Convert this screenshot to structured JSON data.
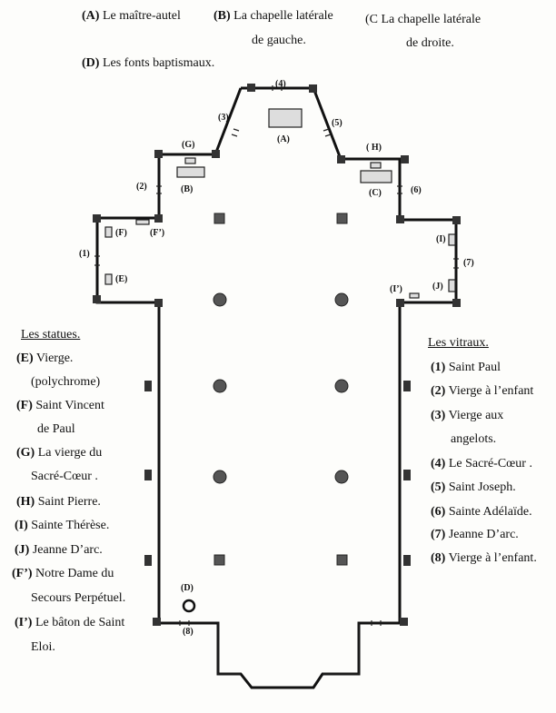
{
  "legend_top": {
    "a": {
      "letter": "(A)",
      "text": " Le maître-autel"
    },
    "b": {
      "letter": "(B)",
      "text": " La chapelle latérale",
      "line2": "de gauche."
    },
    "c": {
      "text": "(C La chapelle latérale",
      "line2": "de droite."
    },
    "d": {
      "letter": "(D)",
      "text": " Les fonts baptismaux."
    }
  },
  "statues": {
    "title": "Les statues.",
    "items": [
      {
        "key": "(E)",
        "text": " Vierge.",
        "line2": "(polychrome)"
      },
      {
        "key": "(F)",
        "text": " Saint Vincent",
        "line2": "de Paul"
      },
      {
        "key": "(G)",
        "text": " La vierge du",
        "line2": "Sacré-Cœur ."
      },
      {
        "key": "(H)",
        "text": " Saint Pierre."
      },
      {
        "key": "(I)",
        "text": "  Sainte Thérèse."
      },
      {
        "key": "(J)",
        "text": " Jeanne D’arc."
      },
      {
        "key": "(F’)",
        "text": " Notre Dame du",
        "line2": "Secours Perpétuel."
      },
      {
        "key": "(I’)",
        "text": " Le bâton de Saint",
        "line2": "Eloi."
      }
    ]
  },
  "vitraux": {
    "title": "Les vitraux.",
    "items": [
      {
        "key": "(1)",
        "text": " Saint Paul"
      },
      {
        "key": "(2)",
        "text": " Vierge à l’enfant"
      },
      {
        "key": "(3)",
        "text": " Vierge aux",
        "line2": "angelots."
      },
      {
        "key": "(4)",
        "text": " Le Sacré-Cœur ."
      },
      {
        "key": "(5)",
        "text": " Saint Joseph."
      },
      {
        "key": "(6)",
        "text": " Sainte Adélaïde."
      },
      {
        "key": "(7)",
        "text": " Jeanne D’arc."
      },
      {
        "key": "(8)",
        "text": " Vierge à l’enfant."
      }
    ]
  },
  "plan_labels": {
    "A": "(A)",
    "B": "(B)",
    "C": "(C)",
    "D": "(D)",
    "E": "(E)",
    "F": "(F)",
    "Fp": "(F’)",
    "G": "(G)",
    "H": "( H)",
    "I": "(I)",
    "Ip": "(I’)",
    "J": "(J)",
    "w1": "(1)",
    "w2": "(2)",
    "w3": "(3)",
    "w4": "(4)",
    "w5": "(5)",
    "w6": "(6)",
    "w7": "(7)",
    "w8": "(8)"
  }
}
